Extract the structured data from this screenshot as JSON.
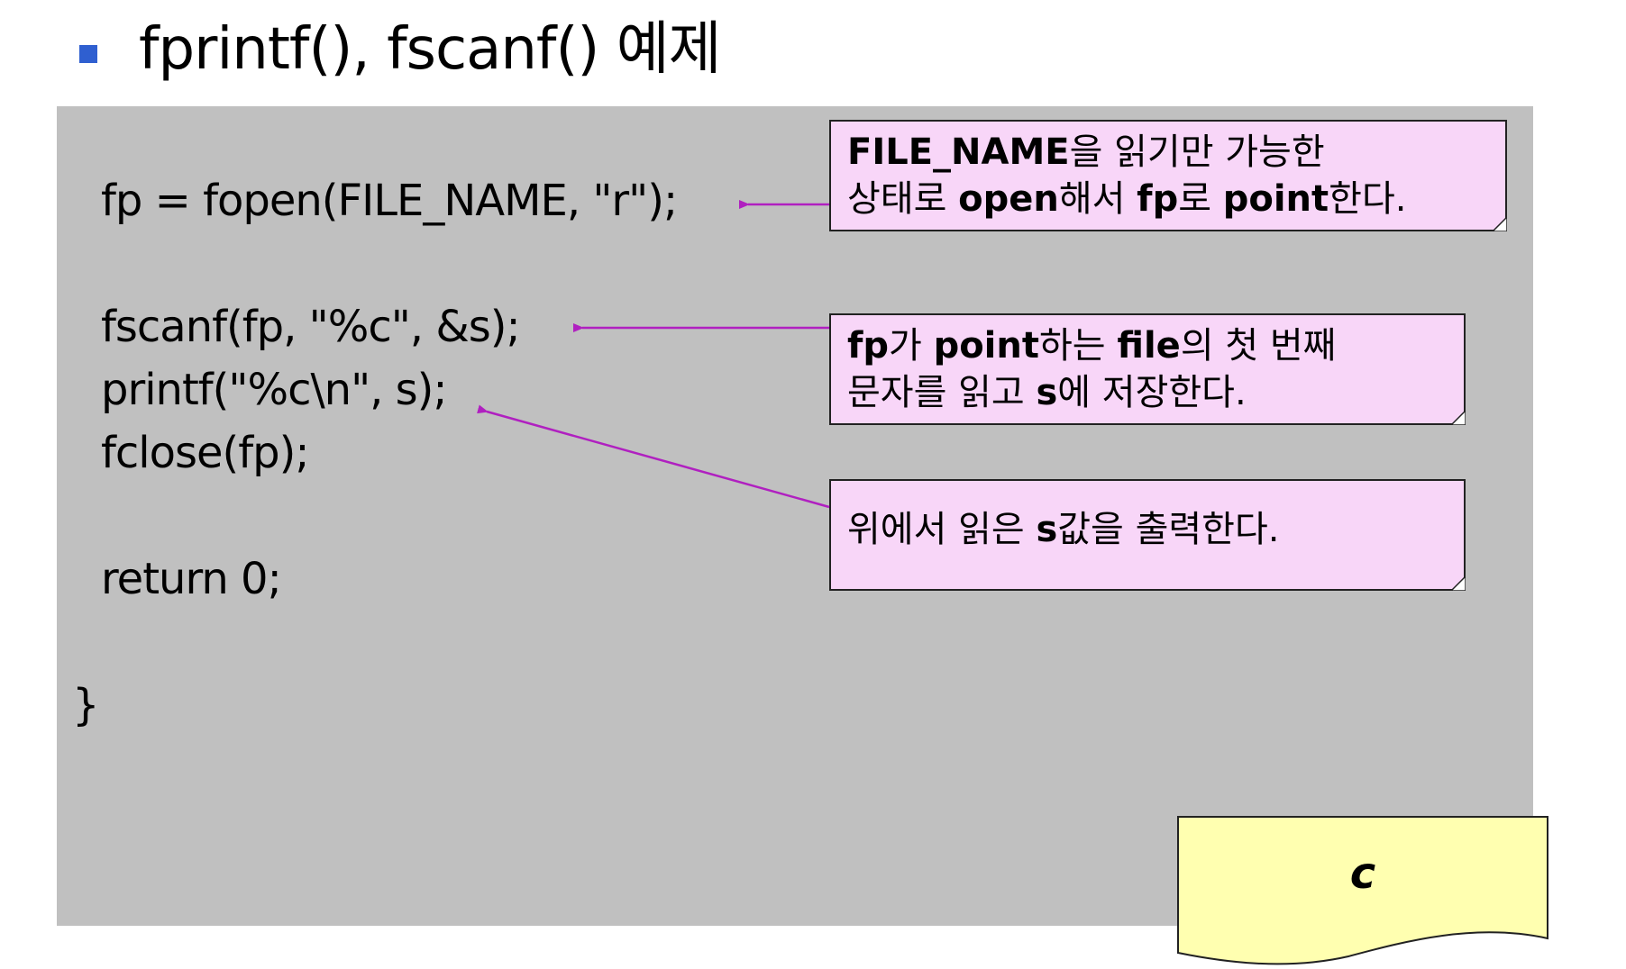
{
  "slide": {
    "title": "fprintf(), fscanf() 예제"
  },
  "code": {
    "lines": [
      "fp = fopen(FILE_NAME, \"r\");",
      "fscanf(fp, \"%c\", &s);",
      "printf(\"%c\\n\", s);",
      "fclose(fp);",
      "return 0;",
      "}"
    ]
  },
  "notes": [
    {
      "line1": [
        {
          "t": "FILE_NAME",
          "b": true
        },
        {
          "t": "을 읽기만 가능한",
          "b": false
        }
      ],
      "line2": [
        {
          "t": "상태로 ",
          "b": false
        },
        {
          "t": "open",
          "b": true
        },
        {
          "t": "해서 ",
          "b": false
        },
        {
          "t": "fp",
          "b": true
        },
        {
          "t": "로 ",
          "b": false
        },
        {
          "t": "point",
          "b": true
        },
        {
          "t": "한다.",
          "b": false
        }
      ]
    },
    {
      "line1": [
        {
          "t": "fp",
          "b": true
        },
        {
          "t": "가 ",
          "b": false
        },
        {
          "t": "point",
          "b": true
        },
        {
          "t": "하는 ",
          "b": false
        },
        {
          "t": "file",
          "b": true
        },
        {
          "t": "의 첫 번째",
          "b": false
        }
      ],
      "line2": [
        {
          "t": "문자를 읽고 ",
          "b": false
        },
        {
          "t": "s",
          "b": true
        },
        {
          "t": "에 저장한다.",
          "b": false
        }
      ]
    },
    {
      "line1": [
        {
          "t": "위에서 읽은 ",
          "b": false
        },
        {
          "t": "s",
          "b": true
        },
        {
          "t": "값을 출력한다.",
          "b": false
        }
      ]
    }
  ],
  "output_note": {
    "label": "c"
  },
  "colors": {
    "bullet": "#2f5fd0",
    "panel": "#c0c0c0",
    "note_fill": "#f8d6f8",
    "arrow": "#b020c0",
    "output_fill": "#ffffb0"
  }
}
